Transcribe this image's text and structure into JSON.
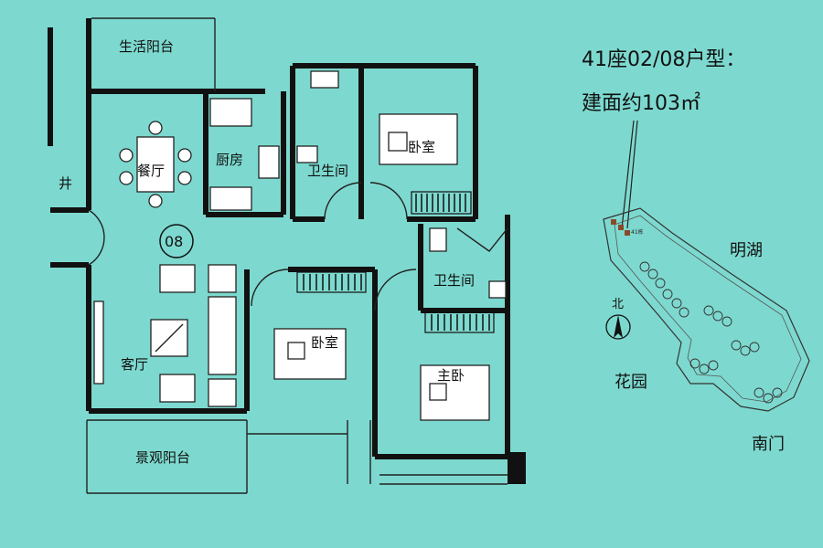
{
  "title": {
    "line1": "41座02/08户型：",
    "line2": "建面约103㎡"
  },
  "unit_badge": "08",
  "rooms": {
    "living_balcony": "生活阳台",
    "dining": "餐厅",
    "kitchen": "厨房",
    "bathroom_1": "卫生间",
    "bedroom_1": "卧室",
    "bathroom_2": "卫生间",
    "shaft": "井",
    "living_room": "客厅",
    "bedroom_2": "卧室",
    "master_bedroom": "主卧",
    "view_balcony": "景观阳台"
  },
  "site_map": {
    "north": "北",
    "lake": "明湖",
    "garden": "花园",
    "south_gate": "南门",
    "building_tag": "41栋"
  },
  "colors": {
    "background": "#7dd9cf",
    "ink": "#111111"
  }
}
